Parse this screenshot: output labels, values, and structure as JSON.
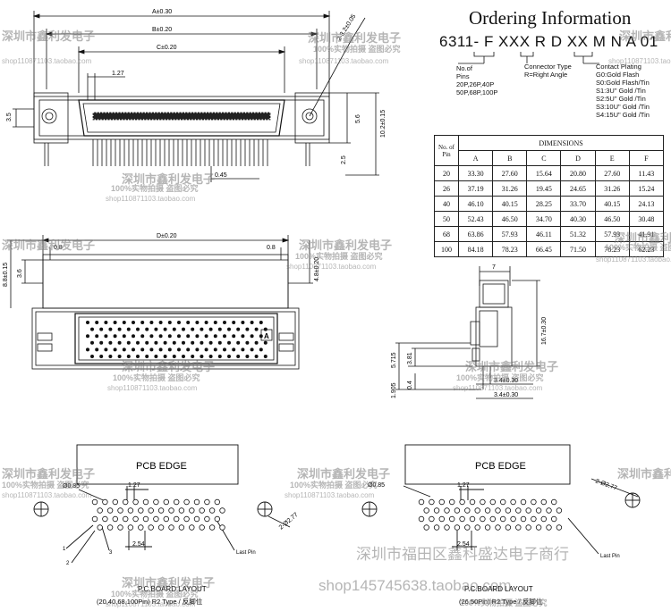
{
  "ordering": {
    "title": "Ordering Information",
    "code": "6311- F XXX  R  D   XX  M N A 01",
    "pins_label": "No.of\nPins\n20P,26P,40P\n50P,68P,100P",
    "connector_label": "Connector Type\nR=Right Angle",
    "plating_label": "Contact Plating\nG0:Gold Flash\nS0:Gold Flash/Tin\nS1:3U\" Gold /Tin\nS2:5U\" Gold /Tin\nS3:10U\" Gold /Tin\nS4:15U\" Gold /Tin"
  },
  "dim_table": {
    "corner_top": "No. of",
    "corner_bottom": "Pin",
    "group": "DIMENSIONS",
    "cols": [
      "A",
      "B",
      "C",
      "D",
      "E",
      "F"
    ],
    "rows": [
      [
        "20",
        "33.30",
        "27.60",
        "15.64",
        "20.80",
        "27.60",
        "11.43"
      ],
      [
        "26",
        "37.19",
        "31.26",
        "19.45",
        "24.65",
        "31.26",
        "15.24"
      ],
      [
        "40",
        "46.10",
        "40.15",
        "28.25",
        "33.70",
        "40.15",
        "24.13"
      ],
      [
        "50",
        "52.43",
        "46.50",
        "34.70",
        "40.30",
        "46.50",
        "30.48"
      ],
      [
        "68",
        "63.86",
        "57.93",
        "46.11",
        "51.32",
        "57.93",
        "41.91"
      ],
      [
        "100",
        "84.18",
        "78.23",
        "66.45",
        "71.50",
        "78.23",
        "62.23"
      ]
    ]
  },
  "front_view": {
    "dim_a": "A±0.30",
    "dim_b": "B±0.20",
    "dim_c": "C±0.20",
    "dim_127": "1.27",
    "dim_35": "3.5",
    "dim_56": "5.6",
    "dim_102": "10.2±0.15",
    "dim_25": "2.5",
    "dim_045": "0.45",
    "dim_hole": "2-3.2±0.05"
  },
  "top_view": {
    "dim_d": "D±0.20",
    "dim_08a": "0.8",
    "dim_08b": "0.8",
    "dim_36": "3.6",
    "dim_left_v": "8.8±0.15",
    "dim_right_v": "4.8±0.20",
    "marker": "A"
  },
  "side_view": {
    "dim_7": "7",
    "dim_167": "16.7±0.30",
    "dim_5715": "5.715",
    "dim_381": "3.81",
    "dim_1905": "1.905",
    "dim_04": "0.4",
    "dim_34a": "3.4±0.30",
    "dim_34b": "3.4±0.30"
  },
  "pcb_left": {
    "edge": "PCB EDGE",
    "dim_085": "Ø0.85",
    "dim_127": "1.27",
    "dim_254": "2.54",
    "dim_277": "2-Ø2.77",
    "pin1": "1",
    "pin2": "2",
    "pin3": "3",
    "last_pin": "Last Pin",
    "caption1": "P.C.BOARD LAYOUT",
    "caption2": "(20,40,68,100Pin) R2 Type / 反脚位"
  },
  "pcb_right": {
    "edge": "PCB EDGE",
    "dim_085": "Ø0.85",
    "dim_127": "1.27",
    "dim_254": "2.54",
    "dim_277": "2-Ø2.77",
    "last_pin": "Last Pin",
    "caption1": "P.C.BOARD LAYOUT",
    "caption2": "(26,50Pin) R2 Type / 反脚位"
  },
  "watermarks": {
    "shop_cn": "深圳市鑫利发电子",
    "real": "100%实物拍摄 盗图必究",
    "url": "shop110871103.taobao.com",
    "bottom_cn": "深圳市福田区鑫科盛达电子商行",
    "bottom_url": "shop145745638.taobao.com"
  }
}
